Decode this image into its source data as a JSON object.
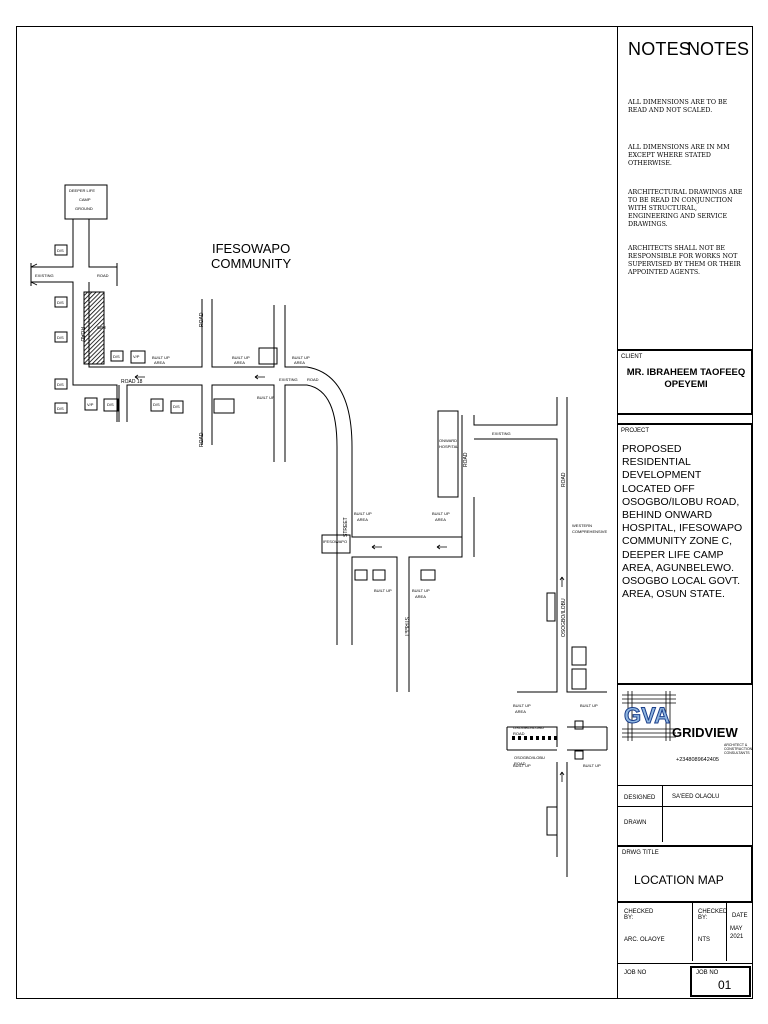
{
  "map": {
    "community_label_1": "IFESOWAPO",
    "community_label_2": "COMMUNITY",
    "camp_ground": [
      "DEEPER LIFE",
      "CAMP",
      "GROUND"
    ],
    "road_existing": "EXISTING",
    "road_word": "ROAD",
    "road_18": "ROAD   18",
    "built_up_area": "BUILT UP AREA",
    "street": "STREET",
    "osogbo_ilobu_road": "OSOGBO/ILOBU ROAD",
    "ds": "D/S",
    "vp": "V/P",
    "onward_hospital": "ONWARD HOSPITAL",
    "ifesowapo_church": "IFESOWAPO CHURCH",
    "western_comprehensive": "WESTERN COMPREHENSIVE COLLEGE",
    "existing_road": "EXISTING ROAD",
    "site_label": "SITE"
  },
  "notes": {
    "heading_left": "NOTES",
    "heading_right": "NOTES",
    "items": [
      "ALL DIMENSIONS ARE TO BE READ AND NOT SCALED.",
      "ALL DIMENSIONS ARE IN MM EXCEPT WHERE STATED OTHERWISE.",
      "ARCHITECTURAL DRAWINGS ARE TO BE READ IN CONJUNCTION WITH STRUCTURAL, ENGINEERING AND SERVICE DRAWINGS.",
      "ARCHITECTS SHALL NOT BE RESPONSIBLE FOR WORKS NOT SUPERVISED BY THEM OR THEIR APPOINTED AGENTS."
    ]
  },
  "client": {
    "label": "CLIENT",
    "name": "MR. IBRAHEEM TAOFEEQ OPEYEMI"
  },
  "project": {
    "label": "PROJECT",
    "description": "PROPOSED RESIDENTIAL DEVELOPMENT LOCATED OFF OSOGBO/ILOBU ROAD, BEHIND ONWARD HOSPITAL, IFESOWAPO COMMUNITY ZONE C, DEEPER LIFE CAMP AREA, AGUNBELEWO. OSOGBO LOCAL GOVT. AREA, OSUN STATE."
  },
  "firm": {
    "name": "GRIDVIEW",
    "tagline": "ARCHITECT & CONSTRUCTION CONSULTANTS",
    "phone": "+2348089642405",
    "logo_letters": "GVA"
  },
  "designed": {
    "label": "DESIGNED",
    "value": "SA'EED OLAOLU"
  },
  "drawn": {
    "label": "DRAWN",
    "value": ""
  },
  "drawing_title": {
    "label": "DRWG TITLE",
    "value": "LOCATION MAP"
  },
  "checked": {
    "label": "CHECKED BY:",
    "value": "ARC.      OLAOYE",
    "label2": "CHECKED BY:",
    "value2": "NTS",
    "date_label": "DATE",
    "date_value": "MAY 2021"
  },
  "job": {
    "label": "JOB NO",
    "label2": "JOB NO",
    "value": "01"
  }
}
